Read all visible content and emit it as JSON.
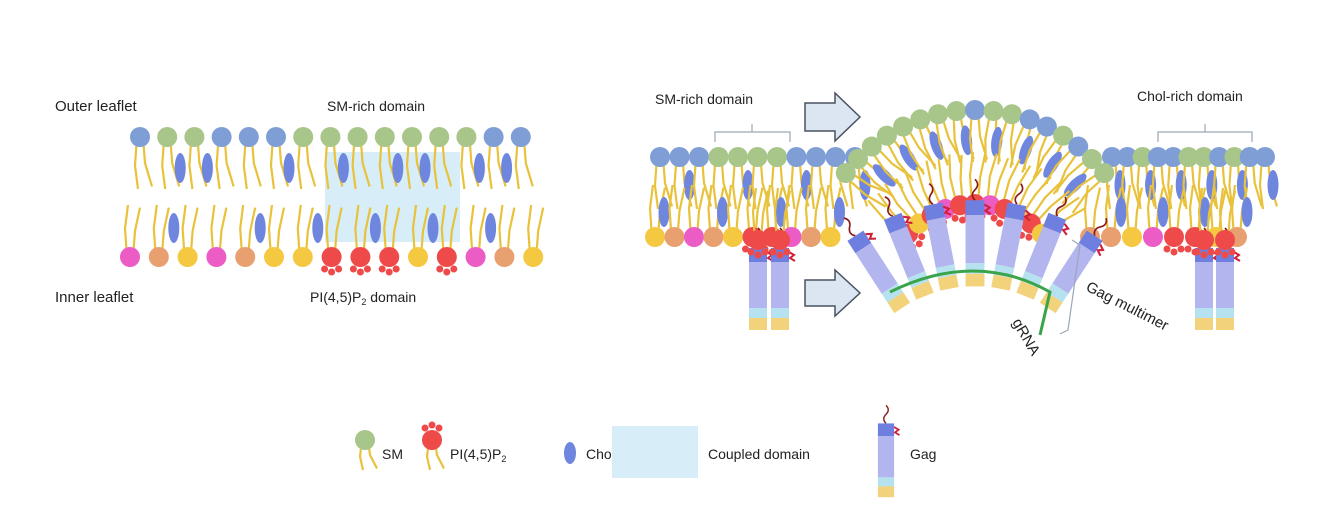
{
  "labels": {
    "outer_leaflet": "Outer leaflet",
    "inner_leaflet": "Inner leaflet",
    "sm_rich_left": "SM-rich domain",
    "pip2_domain_prefix": "PI(4,5)P",
    "pip2_domain_sub": "2",
    "pip2_domain_suffix": " domain",
    "sm_rich_right": "SM-rich domain",
    "chol_rich": "Chol-rich domain",
    "gag_multimer": "Gag multimer",
    "grna": "gRNA"
  },
  "legend": {
    "sm": "SM",
    "pip2_prefix": "PI(4,5)P",
    "pip2_sub": "2",
    "chol": "Chol",
    "coupled": "Coupled domain",
    "gag": "Gag"
  },
  "colors": {
    "sm": "#a8c58a",
    "other_outer": "#7f9ed6",
    "chol": "#6f86de",
    "tail": "#e9c23c",
    "pip2": "#ee4a4a",
    "pink": "#ec5cc5",
    "orange": "#e8a070",
    "yellow": "#f5c842",
    "coupled": "#d7eef8",
    "gag_body": "#b3b6ee",
    "gag_ma": "#6f7fe0",
    "gag_nc": "#b6e2ef",
    "gag_p6": "#f2d27a",
    "rna": "#3aa44a",
    "arrow": "#dce6f2"
  },
  "left_outer_heads": [
    "b",
    "g",
    "g",
    "b",
    "b",
    "b",
    "g",
    "g",
    "g",
    "g",
    "g",
    "g",
    "g",
    "b",
    "b"
  ],
  "left_inner_heads": [
    "k",
    "o",
    "y",
    "k",
    "o",
    "y",
    "y",
    "r",
    "r",
    "r",
    "y",
    "r",
    "k",
    "o",
    "y"
  ]
}
